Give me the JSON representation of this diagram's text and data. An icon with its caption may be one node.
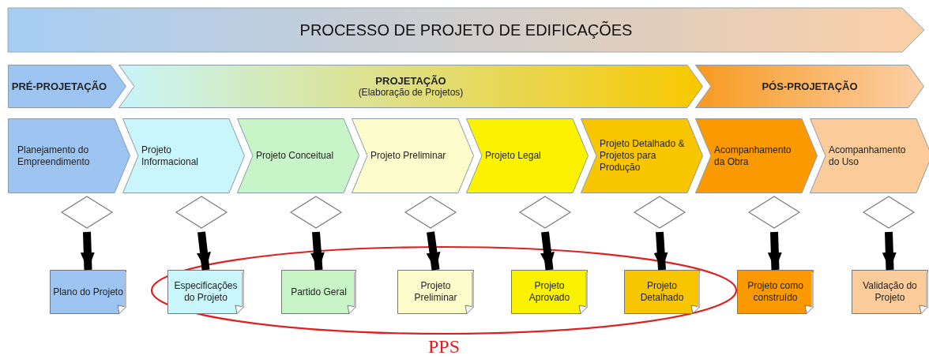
{
  "diagram": {
    "nodes": [
      {
        "text": [
          "PROCESSO DE PROJETO DE EDIFICAÇÕES"
        ]
      },
      {
        "text": [
          "PRÉ-PROJETAÇÃO"
        ]
      },
      {
        "text": [
          "PROJETAÇÃO",
          "(Elaboração de Projetos)"
        ]
      },
      {
        "text": [
          "PÓS-PROJETAÇÃO"
        ]
      },
      {
        "text": [
          "Planejamento do Empreendimento"
        ]
      },
      {
        "text": [
          "Projeto Informacional"
        ]
      },
      {
        "text": [
          "Projeto Conceitual"
        ]
      },
      {
        "text": [
          "Projeto Preliminar"
        ]
      },
      {
        "text": [
          "Projeto Legal"
        ]
      },
      {
        "text": [
          "Projeto Detalhado & Projetos para Produção"
        ]
      },
      {
        "text": [
          "Acompanhamento da Obra"
        ]
      },
      {
        "text": [
          "Acompanhamento do Uso"
        ]
      },
      {
        "text": [],
        "shape": "diamond"
      },
      {
        "text": [],
        "shape": "diamond"
      },
      {
        "text": [],
        "shape": "diamond"
      },
      {
        "text": [],
        "shape": "diamond"
      },
      {
        "text": [],
        "shape": "diamond"
      },
      {
        "text": [],
        "shape": "diamond"
      },
      {
        "text": [],
        "shape": "diamond"
      },
      {
        "text": [],
        "shape": "diamond"
      },
      {
        "text": [
          "PPS"
        ]
      },
      {
        "text": [
          "Plano do Projeto"
        ]
      },
      {
        "text": [
          "Especificações do Projeto"
        ],
        "in": 20
      },
      {
        "text": [
          "Partido Geral"
        ],
        "in": 20
      },
      {
        "text": [
          "Projeto Preliminar"
        ],
        "in": 20
      },
      {
        "text": [
          "Projeto Aprovado"
        ],
        "in": 20
      },
      {
        "text": [
          "Projeto Detalhado"
        ],
        "in": 20
      },
      {
        "text": [
          "Projeto como construído"
        ]
      },
      {
        "text": [
          "Validação do Projeto"
        ]
      }
    ],
    "edges": [
      {
        "from": 12,
        "to": 21,
        "arrow": "to"
      },
      {
        "from": 13,
        "to": 22,
        "arrow": "to"
      },
      {
        "from": 14,
        "to": 23,
        "arrow": "to"
      },
      {
        "from": 15,
        "to": 24,
        "arrow": "to"
      },
      {
        "from": 16,
        "to": 25,
        "arrow": "to"
      },
      {
        "from": 17,
        "to": 26,
        "arrow": "to"
      },
      {
        "from": 18,
        "to": 27,
        "arrow": "to"
      },
      {
        "from": 19,
        "to": 28,
        "arrow": "to"
      }
    ]
  }
}
